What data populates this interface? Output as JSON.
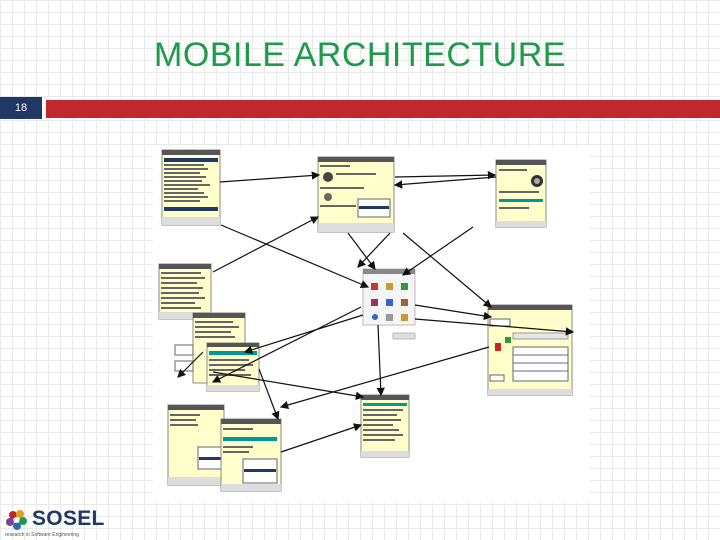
{
  "slide": {
    "title": "MOBILE ARCHITECTURE",
    "number": "18"
  },
  "logo": {
    "name": "SOSEL",
    "tagline": "research in Software Engineering"
  },
  "diagram": {
    "description_visible": false
  }
}
